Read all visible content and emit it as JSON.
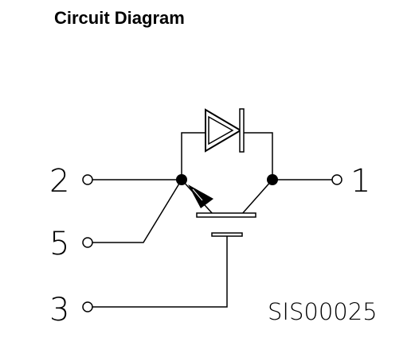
{
  "title": "Circuit Diagram",
  "pins": {
    "pin_2": "2",
    "pin_5": "5",
    "pin_3": "3",
    "pin_1": "1"
  },
  "reference": "SIS00025",
  "colors": {
    "ink": "#000000",
    "background": "#ffffff"
  }
}
